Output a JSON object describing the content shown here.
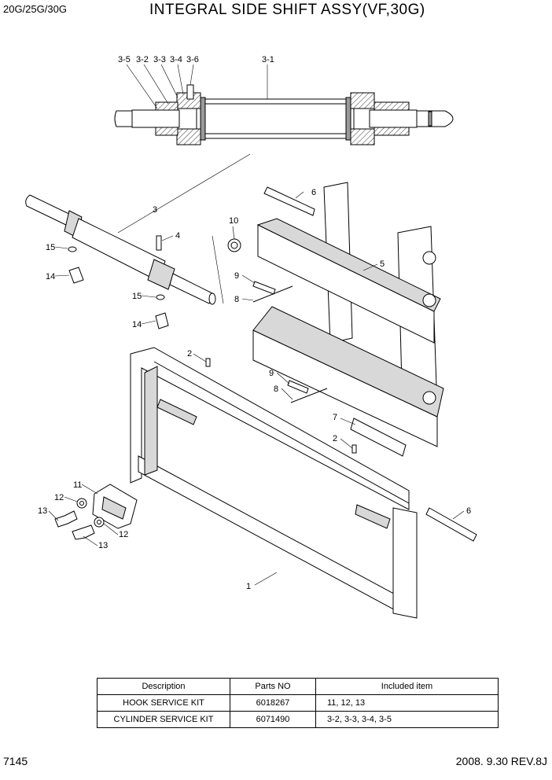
{
  "header": {
    "model": "20G/25G/30G",
    "title": "INTEGRAL SIDE SHIFT ASSY(VF,30G)"
  },
  "callouts": [
    {
      "id": "c35",
      "label": "3-5"
    },
    {
      "id": "c32",
      "label": "3-2"
    },
    {
      "id": "c33",
      "label": "3-3"
    },
    {
      "id": "c34",
      "label": "3-4"
    },
    {
      "id": "c36",
      "label": "3-6"
    },
    {
      "id": "c31",
      "label": "3-1"
    },
    {
      "id": "c3",
      "label": "3"
    },
    {
      "id": "c6a",
      "label": "6"
    },
    {
      "id": "c10",
      "label": "10"
    },
    {
      "id": "c4",
      "label": "4"
    },
    {
      "id": "c15a",
      "label": "15"
    },
    {
      "id": "c14a",
      "label": "14"
    },
    {
      "id": "c9a",
      "label": "9"
    },
    {
      "id": "c8a",
      "label": "8"
    },
    {
      "id": "c5",
      "label": "5"
    },
    {
      "id": "c15b",
      "label": "15"
    },
    {
      "id": "c14b",
      "label": "14"
    },
    {
      "id": "c2a",
      "label": "2"
    },
    {
      "id": "c9b",
      "label": "9"
    },
    {
      "id": "c8b",
      "label": "8"
    },
    {
      "id": "c7",
      "label": "7"
    },
    {
      "id": "c2b",
      "label": "2"
    },
    {
      "id": "c11",
      "label": "11"
    },
    {
      "id": "c12a",
      "label": "12"
    },
    {
      "id": "c13a",
      "label": "13"
    },
    {
      "id": "c12b",
      "label": "12"
    },
    {
      "id": "c13b",
      "label": "13"
    },
    {
      "id": "c6b",
      "label": "6"
    },
    {
      "id": "c1",
      "label": "1"
    }
  ],
  "kit_table": {
    "headers": [
      "Description",
      "Parts NO",
      "Included item"
    ],
    "rows": [
      {
        "description": "HOOK SERVICE KIT",
        "parts_no": "6018267",
        "included": "11, 12, 13"
      },
      {
        "description": "CYLINDER SERVICE KIT",
        "parts_no": "6071490",
        "included": "3-2, 3-3, 3-4, 3-5"
      }
    ]
  },
  "footer": {
    "page_number": "7145",
    "revision": "2008. 9.30  REV.8J"
  }
}
